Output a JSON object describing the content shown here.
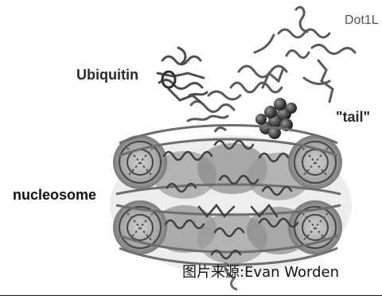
{
  "labels": {
    "ubiquitin": "Ubiquitin",
    "dot1l": "Dot1L",
    "tail": "\"tail\"",
    "nucleosome": "nucleosome"
  },
  "caption": "图片来源:Evan Worden",
  "colors": {
    "protein_ribbon": "#5a5a5a",
    "dna_helix": "#6e6e6e",
    "histone_core": "#8a8a8a",
    "tail_spheres": "#3a3a3a"
  }
}
